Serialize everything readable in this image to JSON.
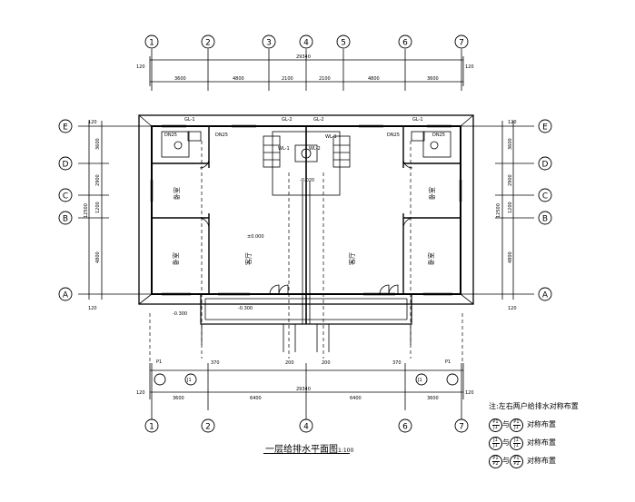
{
  "drawing": {
    "title": "一层给排水平面图",
    "scale": "1:100",
    "grid_numbers_top": [
      "1",
      "2",
      "3",
      "4",
      "5",
      "6",
      "7"
    ],
    "grid_numbers_bottom": [
      "1",
      "2",
      "4",
      "6",
      "7"
    ],
    "grid_letters_left": [
      "E",
      "D",
      "C",
      "B",
      "A"
    ],
    "grid_letters_right": [
      "E",
      "D",
      "C",
      "B",
      "A"
    ],
    "dims_top_overall": "29340",
    "dims_top_segments": [
      "3600",
      "4800",
      "2100",
      "2100",
      "4800",
      "3600"
    ],
    "dims_bottom_overall": "29340",
    "dims_bottom_segments": [
      "3600",
      "6400",
      "6400",
      "3600"
    ],
    "dims_side_left": [
      "3600",
      "2900",
      "1200",
      "4800"
    ],
    "dims_side_left_total": "12500",
    "dims_side_right": [
      "3600",
      "2900",
      "1200",
      "4800"
    ],
    "dims_side_right_total": "12500",
    "edge_small": "120",
    "rooms": {
      "bedroom_left": "卧室",
      "bedroom_right": "卧室",
      "living_left": "客厅",
      "living_right": "客厅",
      "room_left_lower": "卧室",
      "room_right_lower": "卧室"
    },
    "levels": {
      "floor": "±0.000",
      "porch": "-0.300",
      "stair": "-0.020",
      "outside": "-0.300"
    },
    "pipe_tags": [
      "GL-1",
      "GL-2",
      "GL-2",
      "GL-1",
      "WL-1",
      "WL-1",
      "WL-2"
    ],
    "fixture_tags": [
      "DN25",
      "DN25",
      "DN25",
      "DN25"
    ],
    "bottom_markers": [
      "P1",
      "J1",
      "J1",
      "P1"
    ],
    "dim_small": [
      "370",
      "200",
      "200",
      "370"
    ],
    "note": {
      "title": "注:左右两户给排水对称布置",
      "rows": [
        {
          "a_top": "P1",
          "a_bot": "J1",
          "join": "与",
          "b_top": "P1",
          "b_bot": "J1",
          "text": "对称布置"
        },
        {
          "a_top": "J1",
          "a_bot": "J1",
          "join": "与",
          "b_top": "J1",
          "b_bot": "J1",
          "text": "对称布置"
        },
        {
          "a_top": "P1",
          "a_bot": "P2",
          "join": "与",
          "b_top": "P1",
          "b_bot": "P2",
          "text": "对称布置"
        }
      ]
    }
  }
}
